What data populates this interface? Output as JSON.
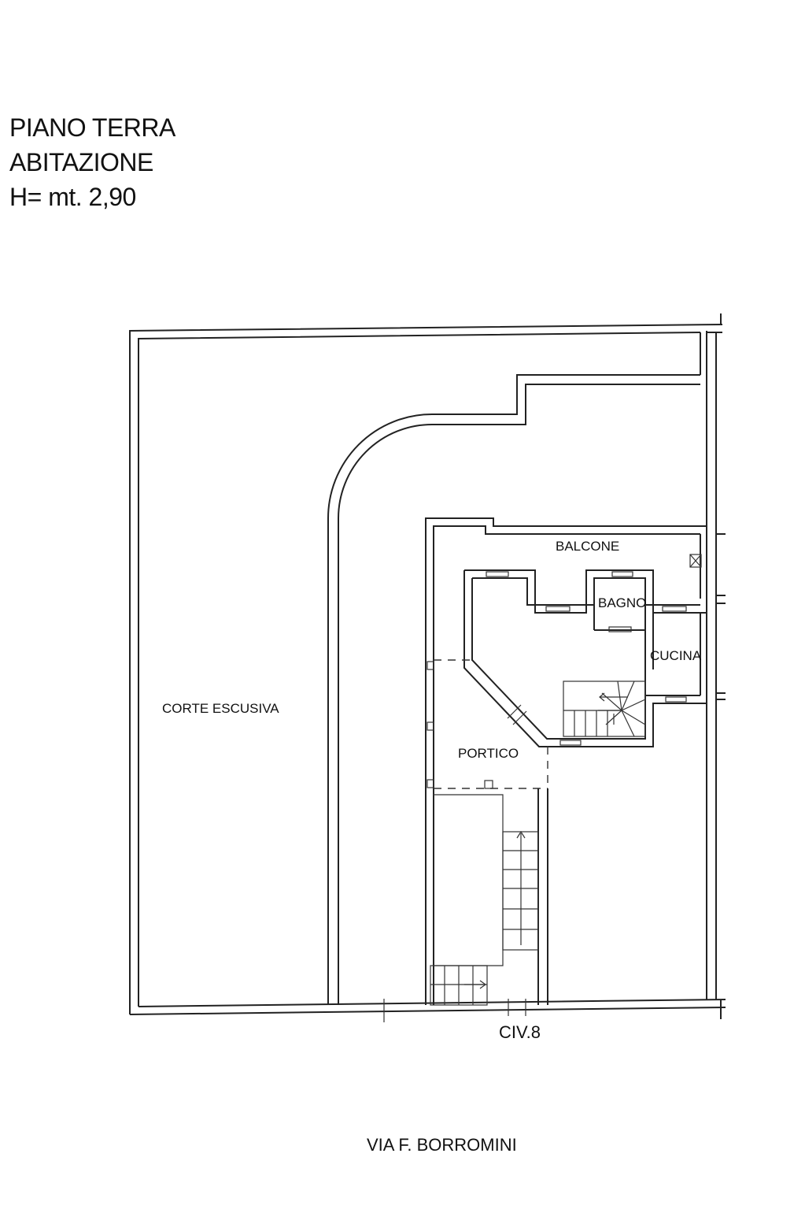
{
  "header": {
    "line1": "PIANO TERRA",
    "line2": "ABITAZIONE",
    "line3": "H= mt. 2,90"
  },
  "plan": {
    "rooms": {
      "corte": "CORTE ESCUSIVA",
      "balcone": "BALCONE",
      "bagno": "BAGNO",
      "cucina": "CUCINA",
      "portico": "PORTICO"
    },
    "civic_number": "CIV.8",
    "street": "VIA F. BORROMINI"
  }
}
